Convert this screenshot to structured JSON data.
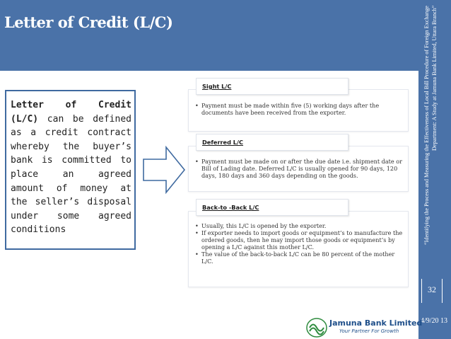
{
  "slide": {
    "title": "Letter of Credit (L/C)",
    "side_text": "“Identifying the Process and Measuring the Effectiveness of Local Bill Procedure of Foreign Exchange Department: A Study at Jamuna Bank Limited, Uttara Branch”",
    "slide_number": "32",
    "date": "4/9/20 13"
  },
  "definition": {
    "term": "Letter of Credit (L/C)",
    "text": " can be defined as a credit contract whereby the buyer’s bank is committed to place an agreed amount of money at the seller’s disposal under some agreed conditions"
  },
  "sections": [
    {
      "label": "Sight L/C",
      "bullets": [
        "Payment must be made within five (5) working days after the documents have been received from the exporter."
      ]
    },
    {
      "label": "Deferred L/C",
      "bullets": [
        "Payment must be made on or after the due date i.e. shipment date or Bill of Lading date. Deferred L/C is usually opened for 90 days, 120 days, 180 days and 360 days depending on the goods."
      ]
    },
    {
      "label": "Back-to -Back L/C",
      "bullets": [
        "Usually, this L/C is opened by the exporter.",
        "If exporter needs to import goods or equipment’s to manufacture the ordered goods, then he may import those goods or equipment’s by opening a L/C against this mother L/C.",
        "The value of the back-to-back L/C can be 80 percent of the mother L/C."
      ]
    }
  ],
  "logo": {
    "name": "Jamuna Bank Limited",
    "tagline": "Your Partner For Growth",
    "icon": "bank-emblem-icon"
  },
  "colors": {
    "accent": "#4a72a8",
    "box_border": "#3f6aa0",
    "logo_green": "#2e8b3e"
  }
}
